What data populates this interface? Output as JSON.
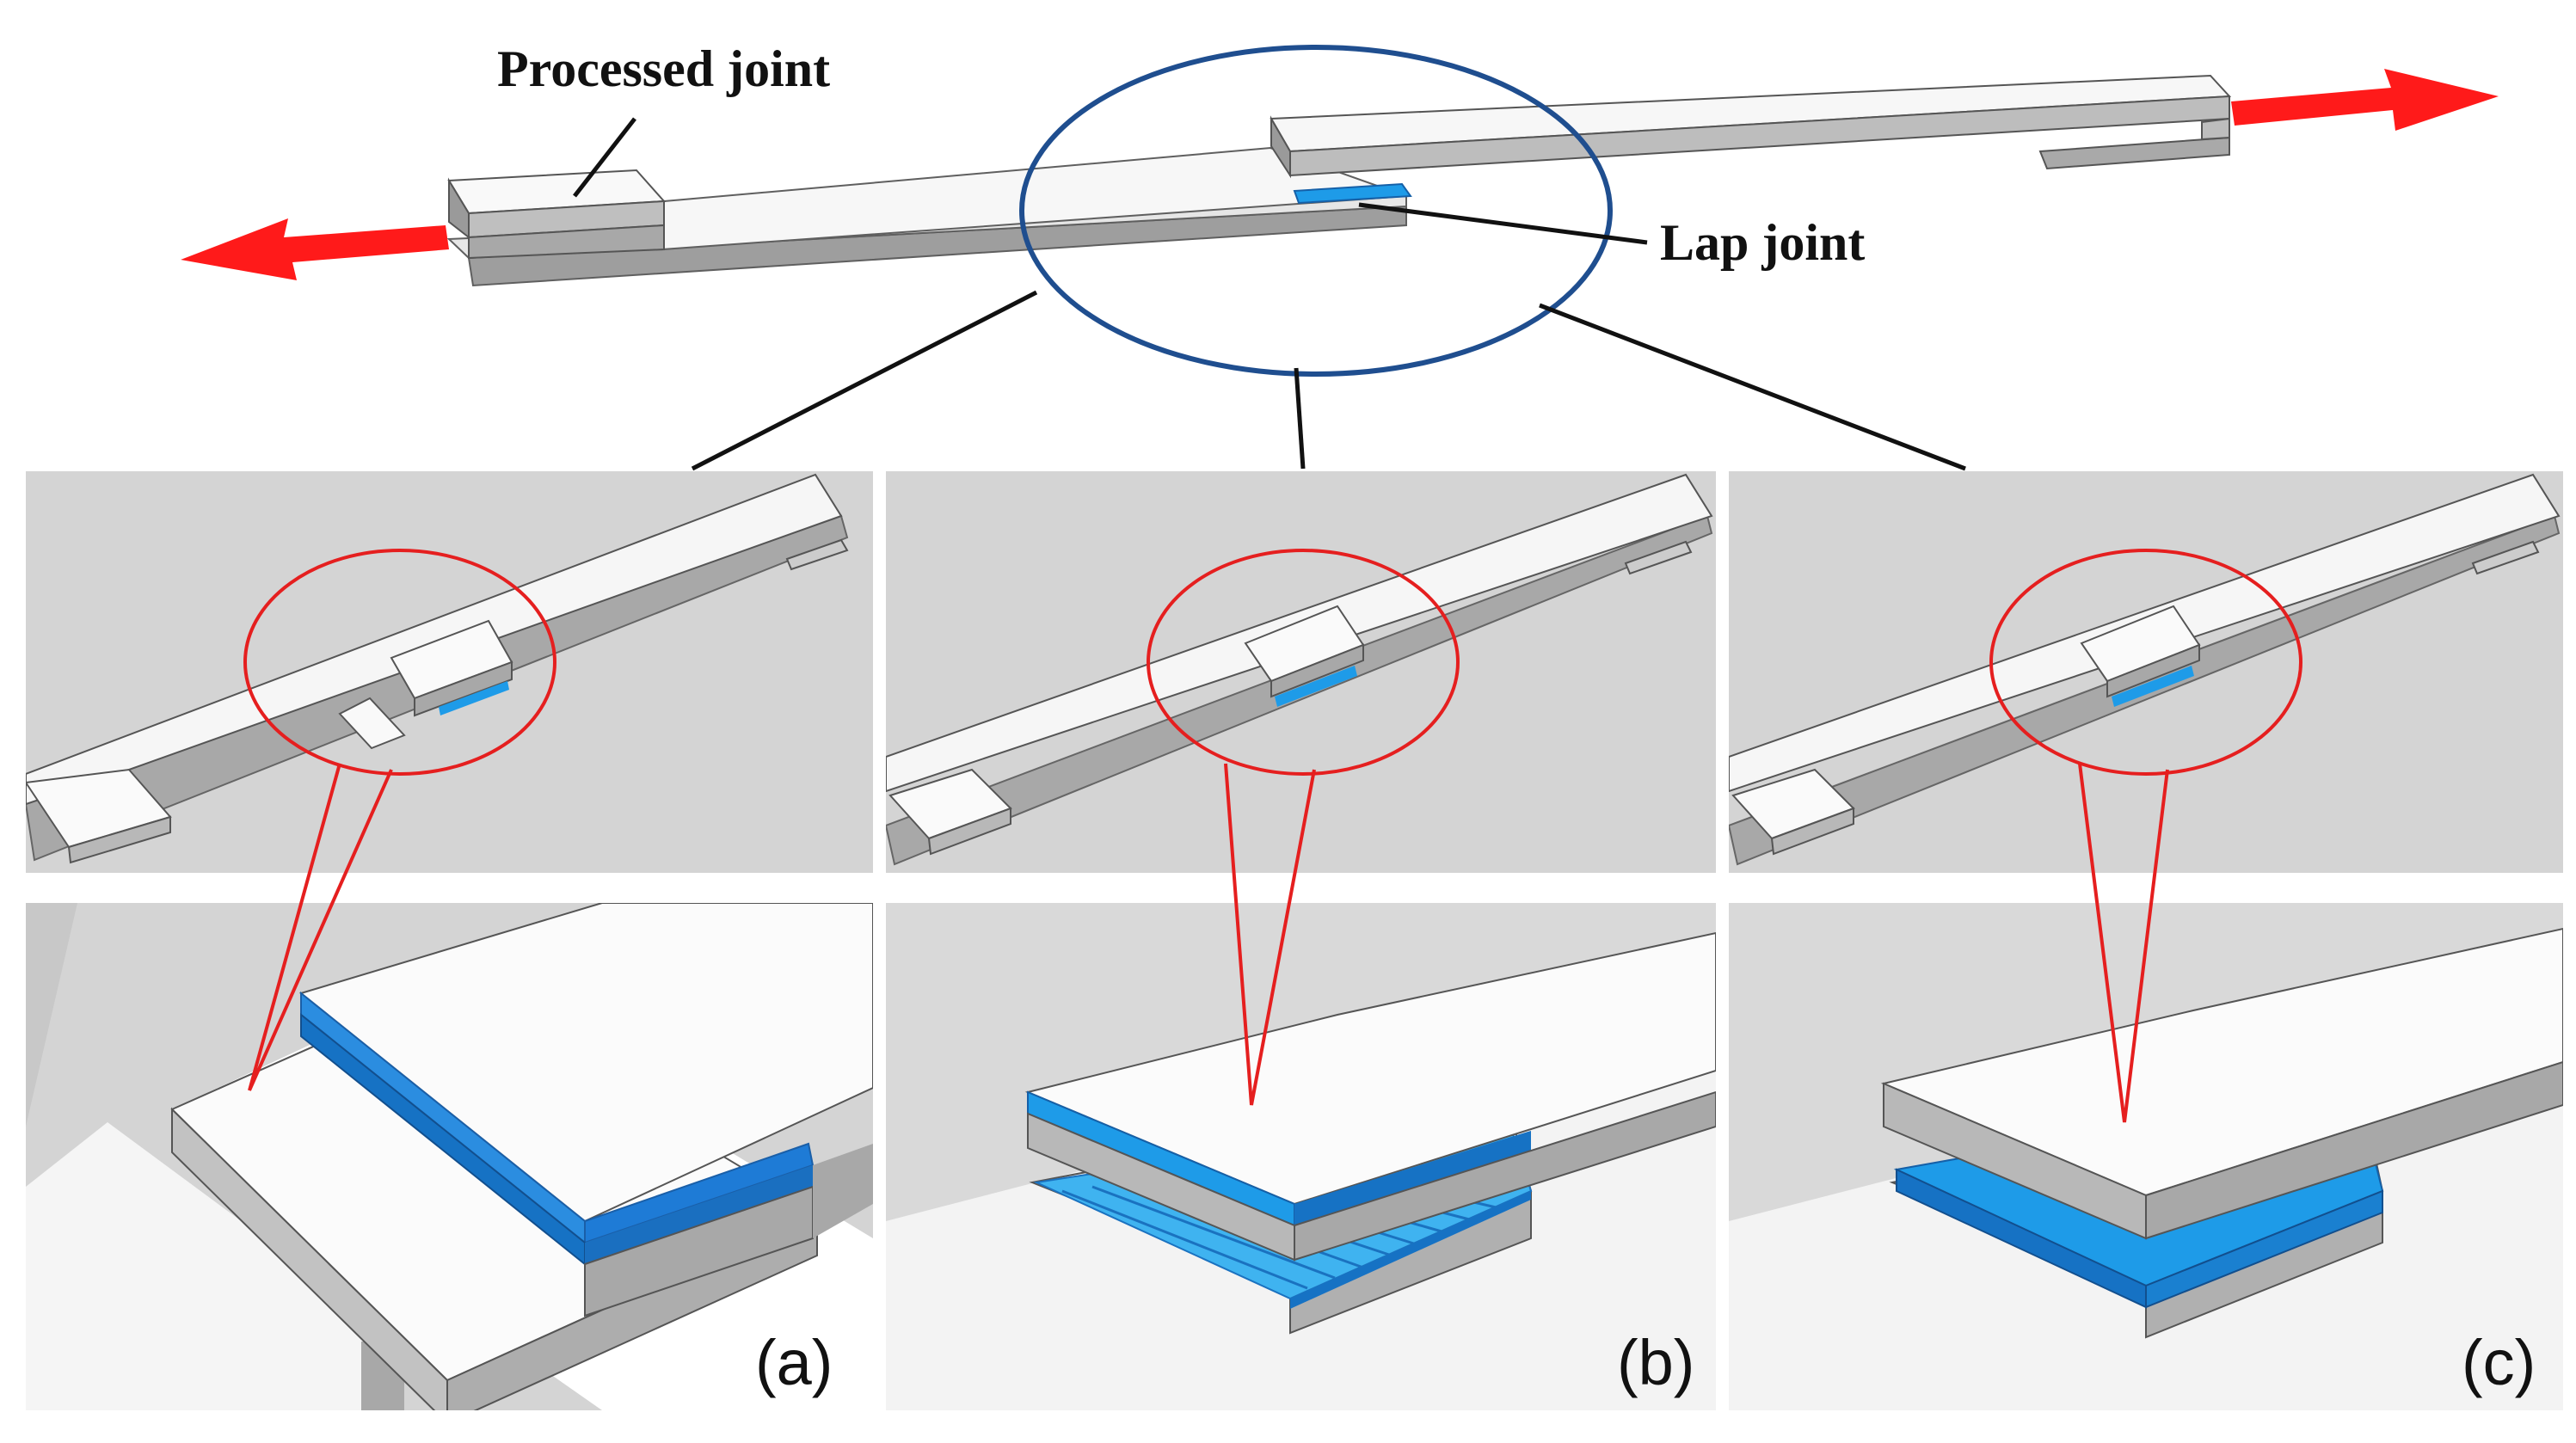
{
  "labels": {
    "processed_joint": "Processed joint",
    "lap_joint": "Lap joint"
  },
  "panels": [
    {
      "id": "a",
      "label": "(a)",
      "adhesive": "fractured"
    },
    {
      "id": "b",
      "label": "(b)",
      "adhesive": "ribbed"
    },
    {
      "id": "c",
      "label": "(c)",
      "adhesive": "solid"
    }
  ],
  "colors": {
    "load_arrow": "#ff1a1a",
    "zoom_ellipse_main": "#1f4e8f",
    "zoom_callout": "#e51f1f",
    "adhesive_blue": "#1e9be8",
    "adhesive_blue_dark": "#1672c4",
    "panel_background": "#d4d4d4",
    "adherend_top": "#f5f5f5",
    "adherend_side": "#a9a9a9"
  }
}
